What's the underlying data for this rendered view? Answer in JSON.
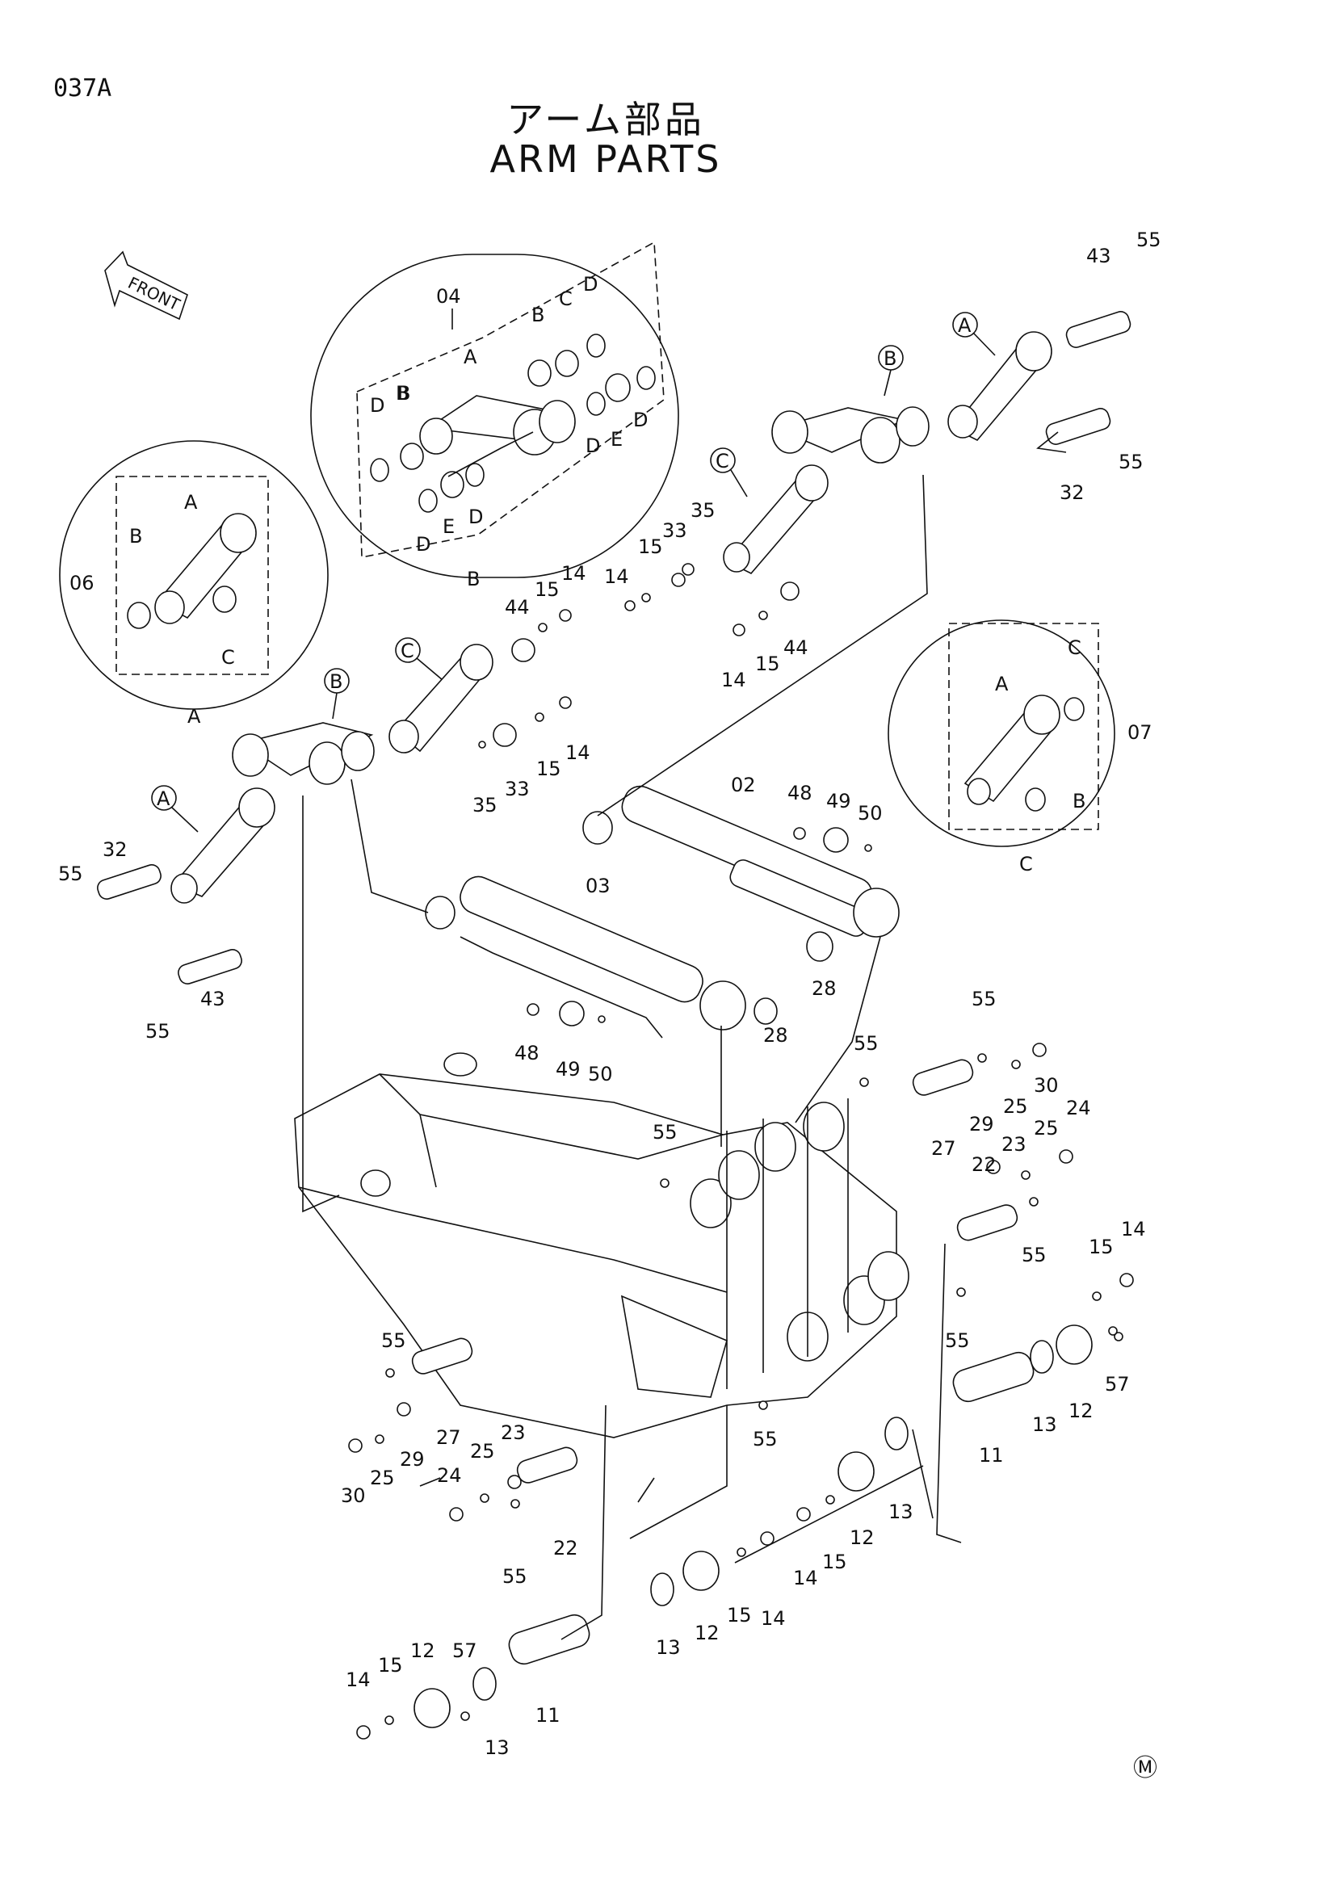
{
  "header": {
    "page_code": "037A",
    "title_jp": "アーム部品",
    "title_en": "ARM PARTS"
  },
  "front_arrow": {
    "label": "FRONT"
  },
  "detail_views": {
    "A": {
      "part": "06",
      "letters": [
        "A",
        "B",
        "C"
      ],
      "caption": "A"
    },
    "B": {
      "part": "04",
      "letters": [
        "A",
        "B",
        "C",
        "B",
        "D",
        "D",
        "B",
        "D",
        "D",
        "E",
        "D",
        "D",
        "E",
        "D"
      ],
      "caption": "B"
    },
    "C": {
      "part": "07",
      "letters": [
        "A",
        "C",
        "B"
      ],
      "caption": "C"
    }
  },
  "callout_letters": [
    "A",
    "B",
    "C",
    "A",
    "B",
    "C"
  ],
  "part_numbers": [
    "43",
    "55",
    "32",
    "55",
    "14",
    "15",
    "33",
    "35",
    "14",
    "15",
    "44",
    "44",
    "15",
    "14",
    "35",
    "33",
    "15",
    "14",
    "32",
    "55",
    "55",
    "43",
    "02",
    "48",
    "49",
    "50",
    "28",
    "03",
    "28",
    "48",
    "49",
    "50",
    "55",
    "55",
    "30",
    "25",
    "29",
    "27",
    "24",
    "25",
    "23",
    "22",
    "55",
    "55",
    "55",
    "14",
    "15",
    "12",
    "13",
    "11",
    "57",
    "55",
    "27",
    "29",
    "30",
    "25",
    "24",
    "25",
    "23",
    "22",
    "55",
    "55",
    "14",
    "15",
    "12",
    "13",
    "14",
    "15",
    "12",
    "13",
    "14",
    "15",
    "12",
    "57",
    "11",
    "13"
  ],
  "corner_mark": "Ⓜ"
}
